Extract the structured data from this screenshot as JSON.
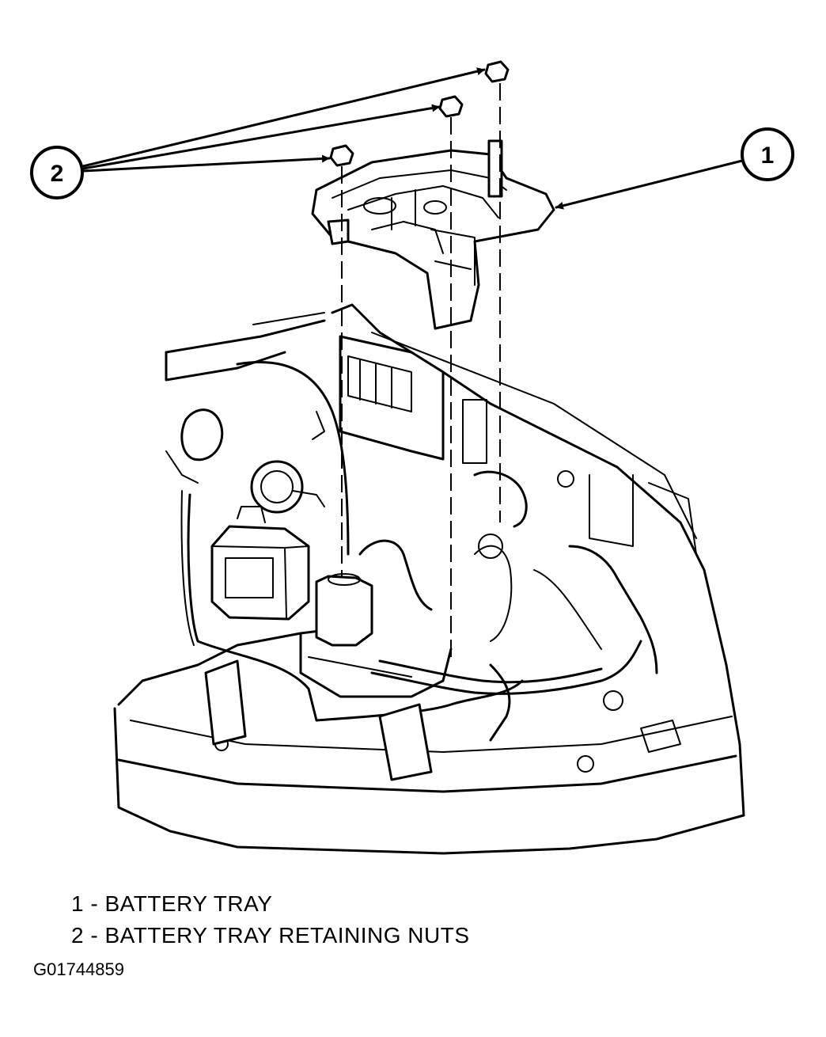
{
  "callouts": {
    "c1": "1",
    "c2": "2"
  },
  "legend": {
    "items": [
      "1 - BATTERY TRAY",
      "2 - BATTERY TRAY RETAINING NUTS"
    ]
  },
  "figure_id": "G01744859"
}
